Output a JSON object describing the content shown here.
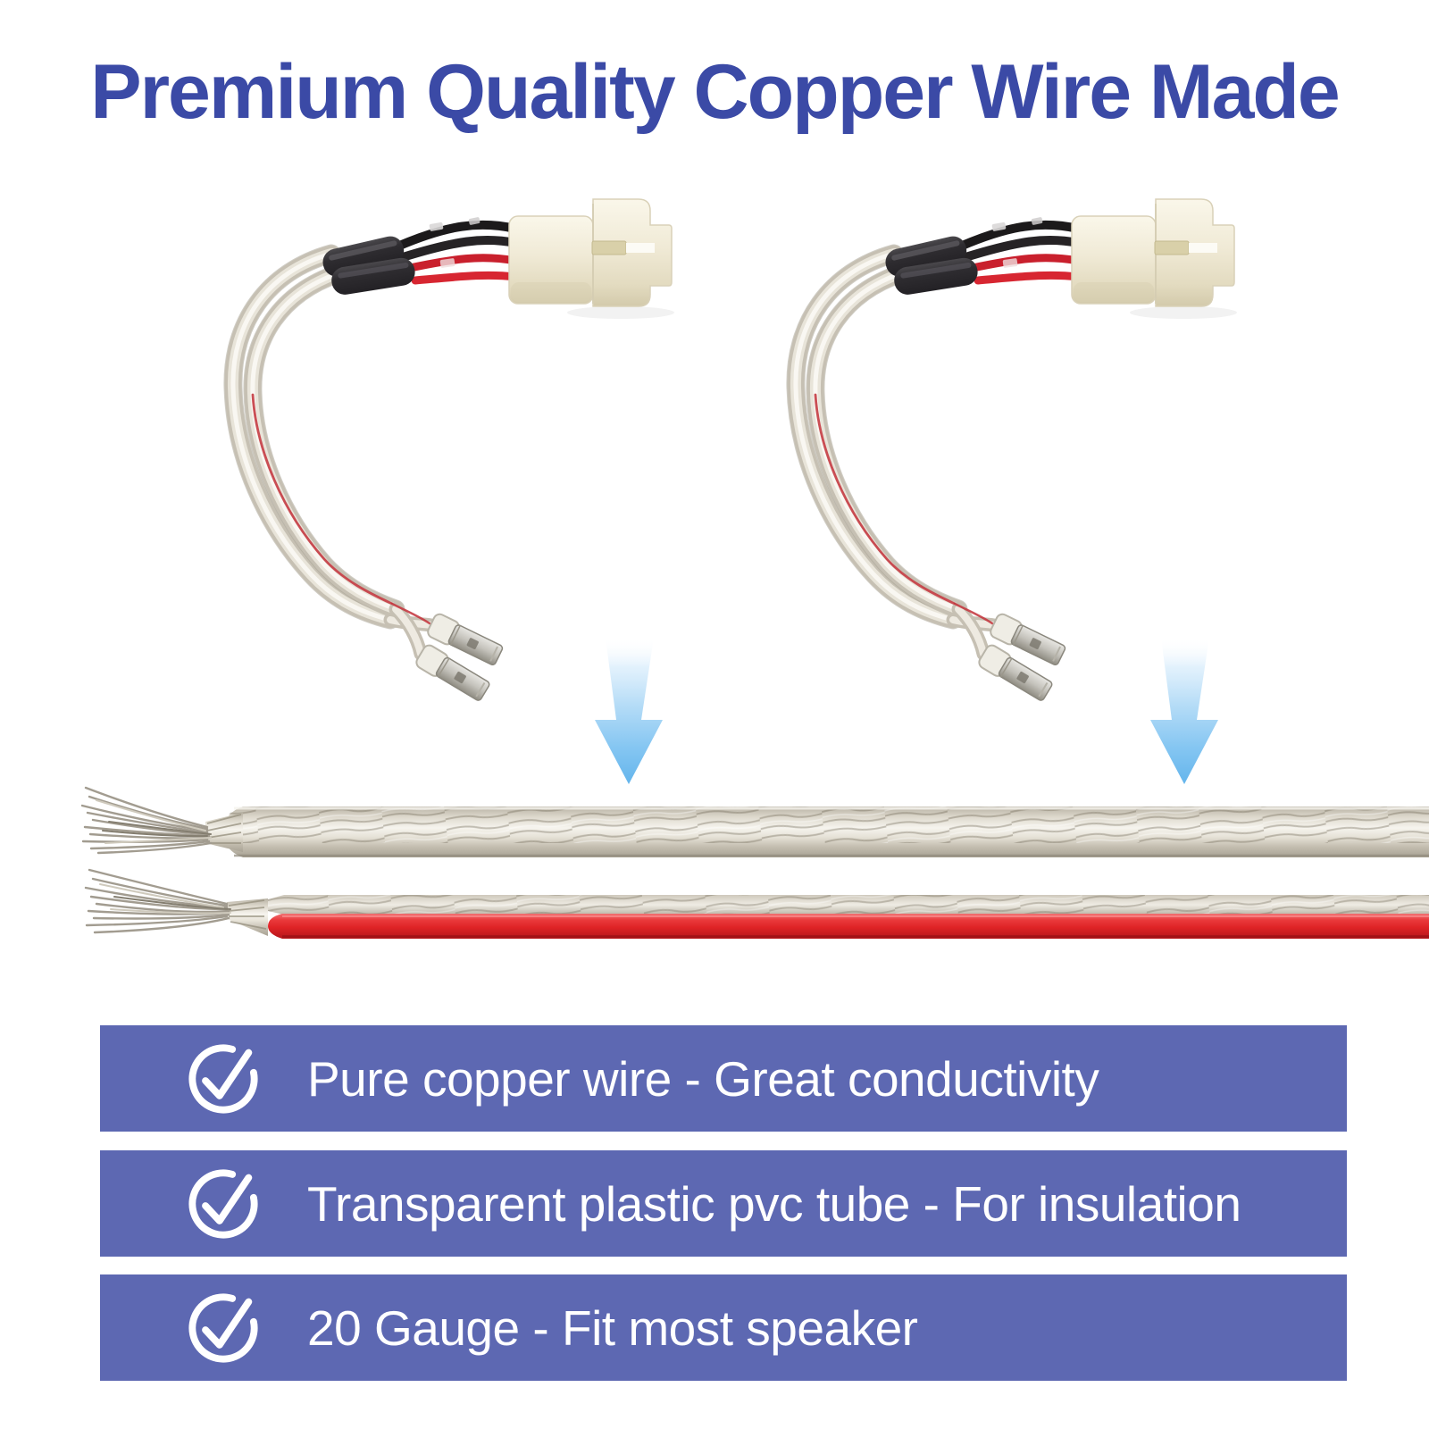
{
  "title": {
    "text": "Premium Quality Copper Wire Made"
  },
  "features": [
    {
      "icon": "check-circle",
      "label": "Pure copper wire - Great conductivity"
    },
    {
      "icon": "check-circle",
      "label": "Transparent plastic pvc tube - For insulation"
    },
    {
      "icon": "check-circle",
      "label": "20 Gauge - Fit most speaker"
    }
  ],
  "graphics": {
    "photo_left": "speaker-wire-harness-with-white-connector",
    "photo_right": "speaker-wire-harness-with-white-connector",
    "arrow_left": "down-arrow",
    "arrow_right": "down-arrow",
    "wire_top": "clear-insulated-stranded-copper-wire",
    "wire_bottom": "red-insulated-stranded-copper-wire"
  },
  "colors": {
    "title_color": "#3b4aa6",
    "bar_bg": "#5d68b2",
    "bar_text": "#ffffff",
    "arrow_blue": "#66b6ed",
    "wire_red": "#e02728",
    "connector_cream": "#f0ead6"
  }
}
